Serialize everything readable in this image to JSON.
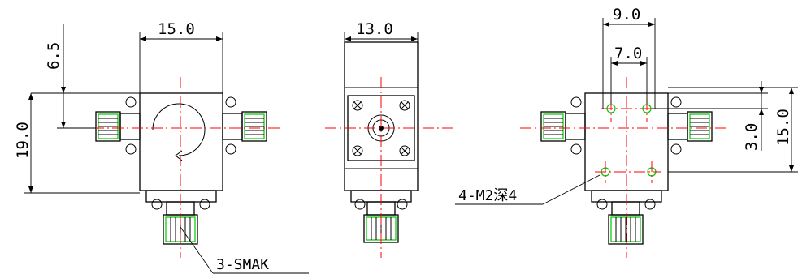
{
  "dimensions": {
    "left_width": "15.0",
    "left_offset": "6.5",
    "left_height": "19.0",
    "middle_width": "13.0",
    "right_outer_spacing": "9.0",
    "right_inner_spacing": "7.0",
    "right_hole_offset": "3.0",
    "right_height": "15.0"
  },
  "callouts": {
    "connectors": "3-SMAK",
    "mount_holes": "4-M2深4"
  },
  "colors": {
    "outline": "#000000",
    "centerline": "#ff0000",
    "highlight": "#00c800"
  }
}
